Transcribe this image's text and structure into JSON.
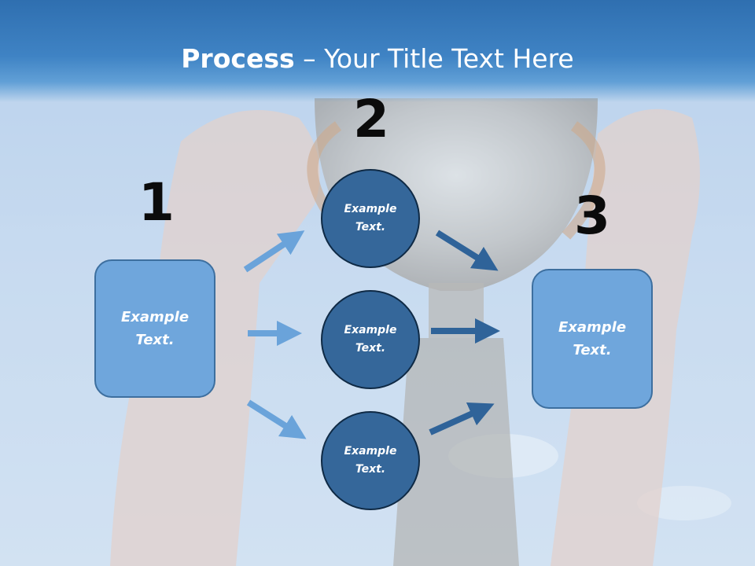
{
  "title": {
    "bold": "Process",
    "rest": " – Your Title Text Here"
  },
  "steps": [
    {
      "number": "1",
      "box_text": "Example\nText."
    },
    {
      "number": "2"
    },
    {
      "number": "3",
      "box_text": "Example\nText."
    }
  ],
  "circles": [
    {
      "text": "Example\nText."
    },
    {
      "text": "Example\nText."
    },
    {
      "text": "Example\nText."
    }
  ],
  "colors": {
    "header": "#3b7dc0",
    "box": "#6fa6dc",
    "circle": "#35679a",
    "arrow_light": "#6aa3da",
    "arrow_dark": "#2f6399"
  }
}
